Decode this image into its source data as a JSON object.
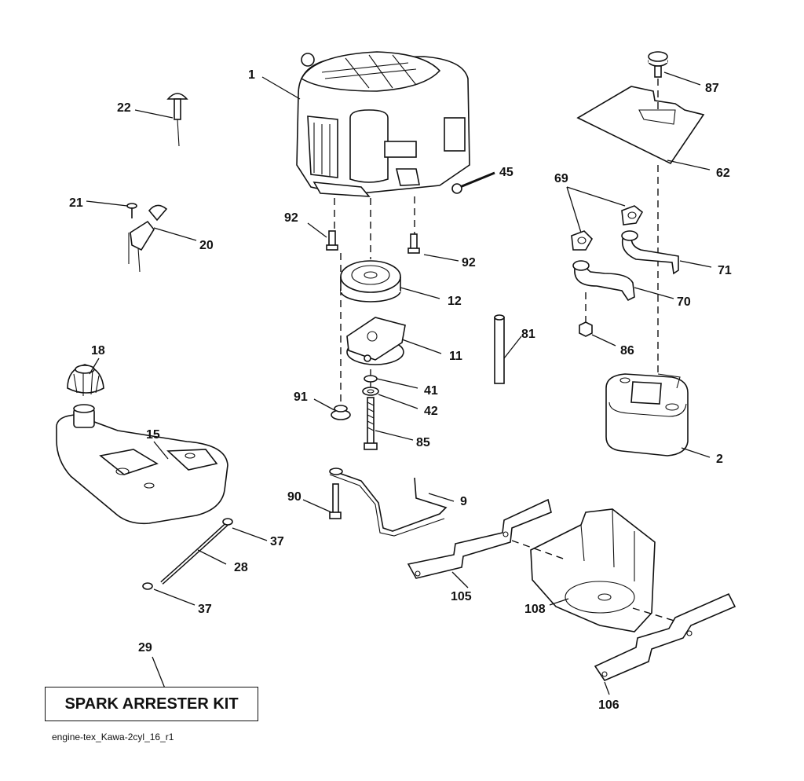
{
  "diagram": {
    "callouts": {
      "c1": "1",
      "c22": "22",
      "c21": "21",
      "c20": "20",
      "c18": "18",
      "c15": "15",
      "c92a": "92",
      "c92b": "92",
      "c45": "45",
      "c12": "12",
      "c11": "11",
      "c41": "41",
      "c42": "42",
      "c91": "91",
      "c85": "85",
      "c87": "87",
      "c62": "62",
      "c69": "69",
      "c71": "71",
      "c70": "70",
      "c81": "81",
      "c86": "86",
      "c2": "2",
      "c90": "90",
      "c9": "9",
      "c37a": "37",
      "c28": "28",
      "c37b": "37",
      "c105": "105",
      "c108": "108",
      "c106": "106",
      "c29": "29"
    },
    "spark_arrester_label": "SPARK ARRESTER KIT",
    "file_name": "engine-tex_Kawa-2cyl_16_r1"
  }
}
